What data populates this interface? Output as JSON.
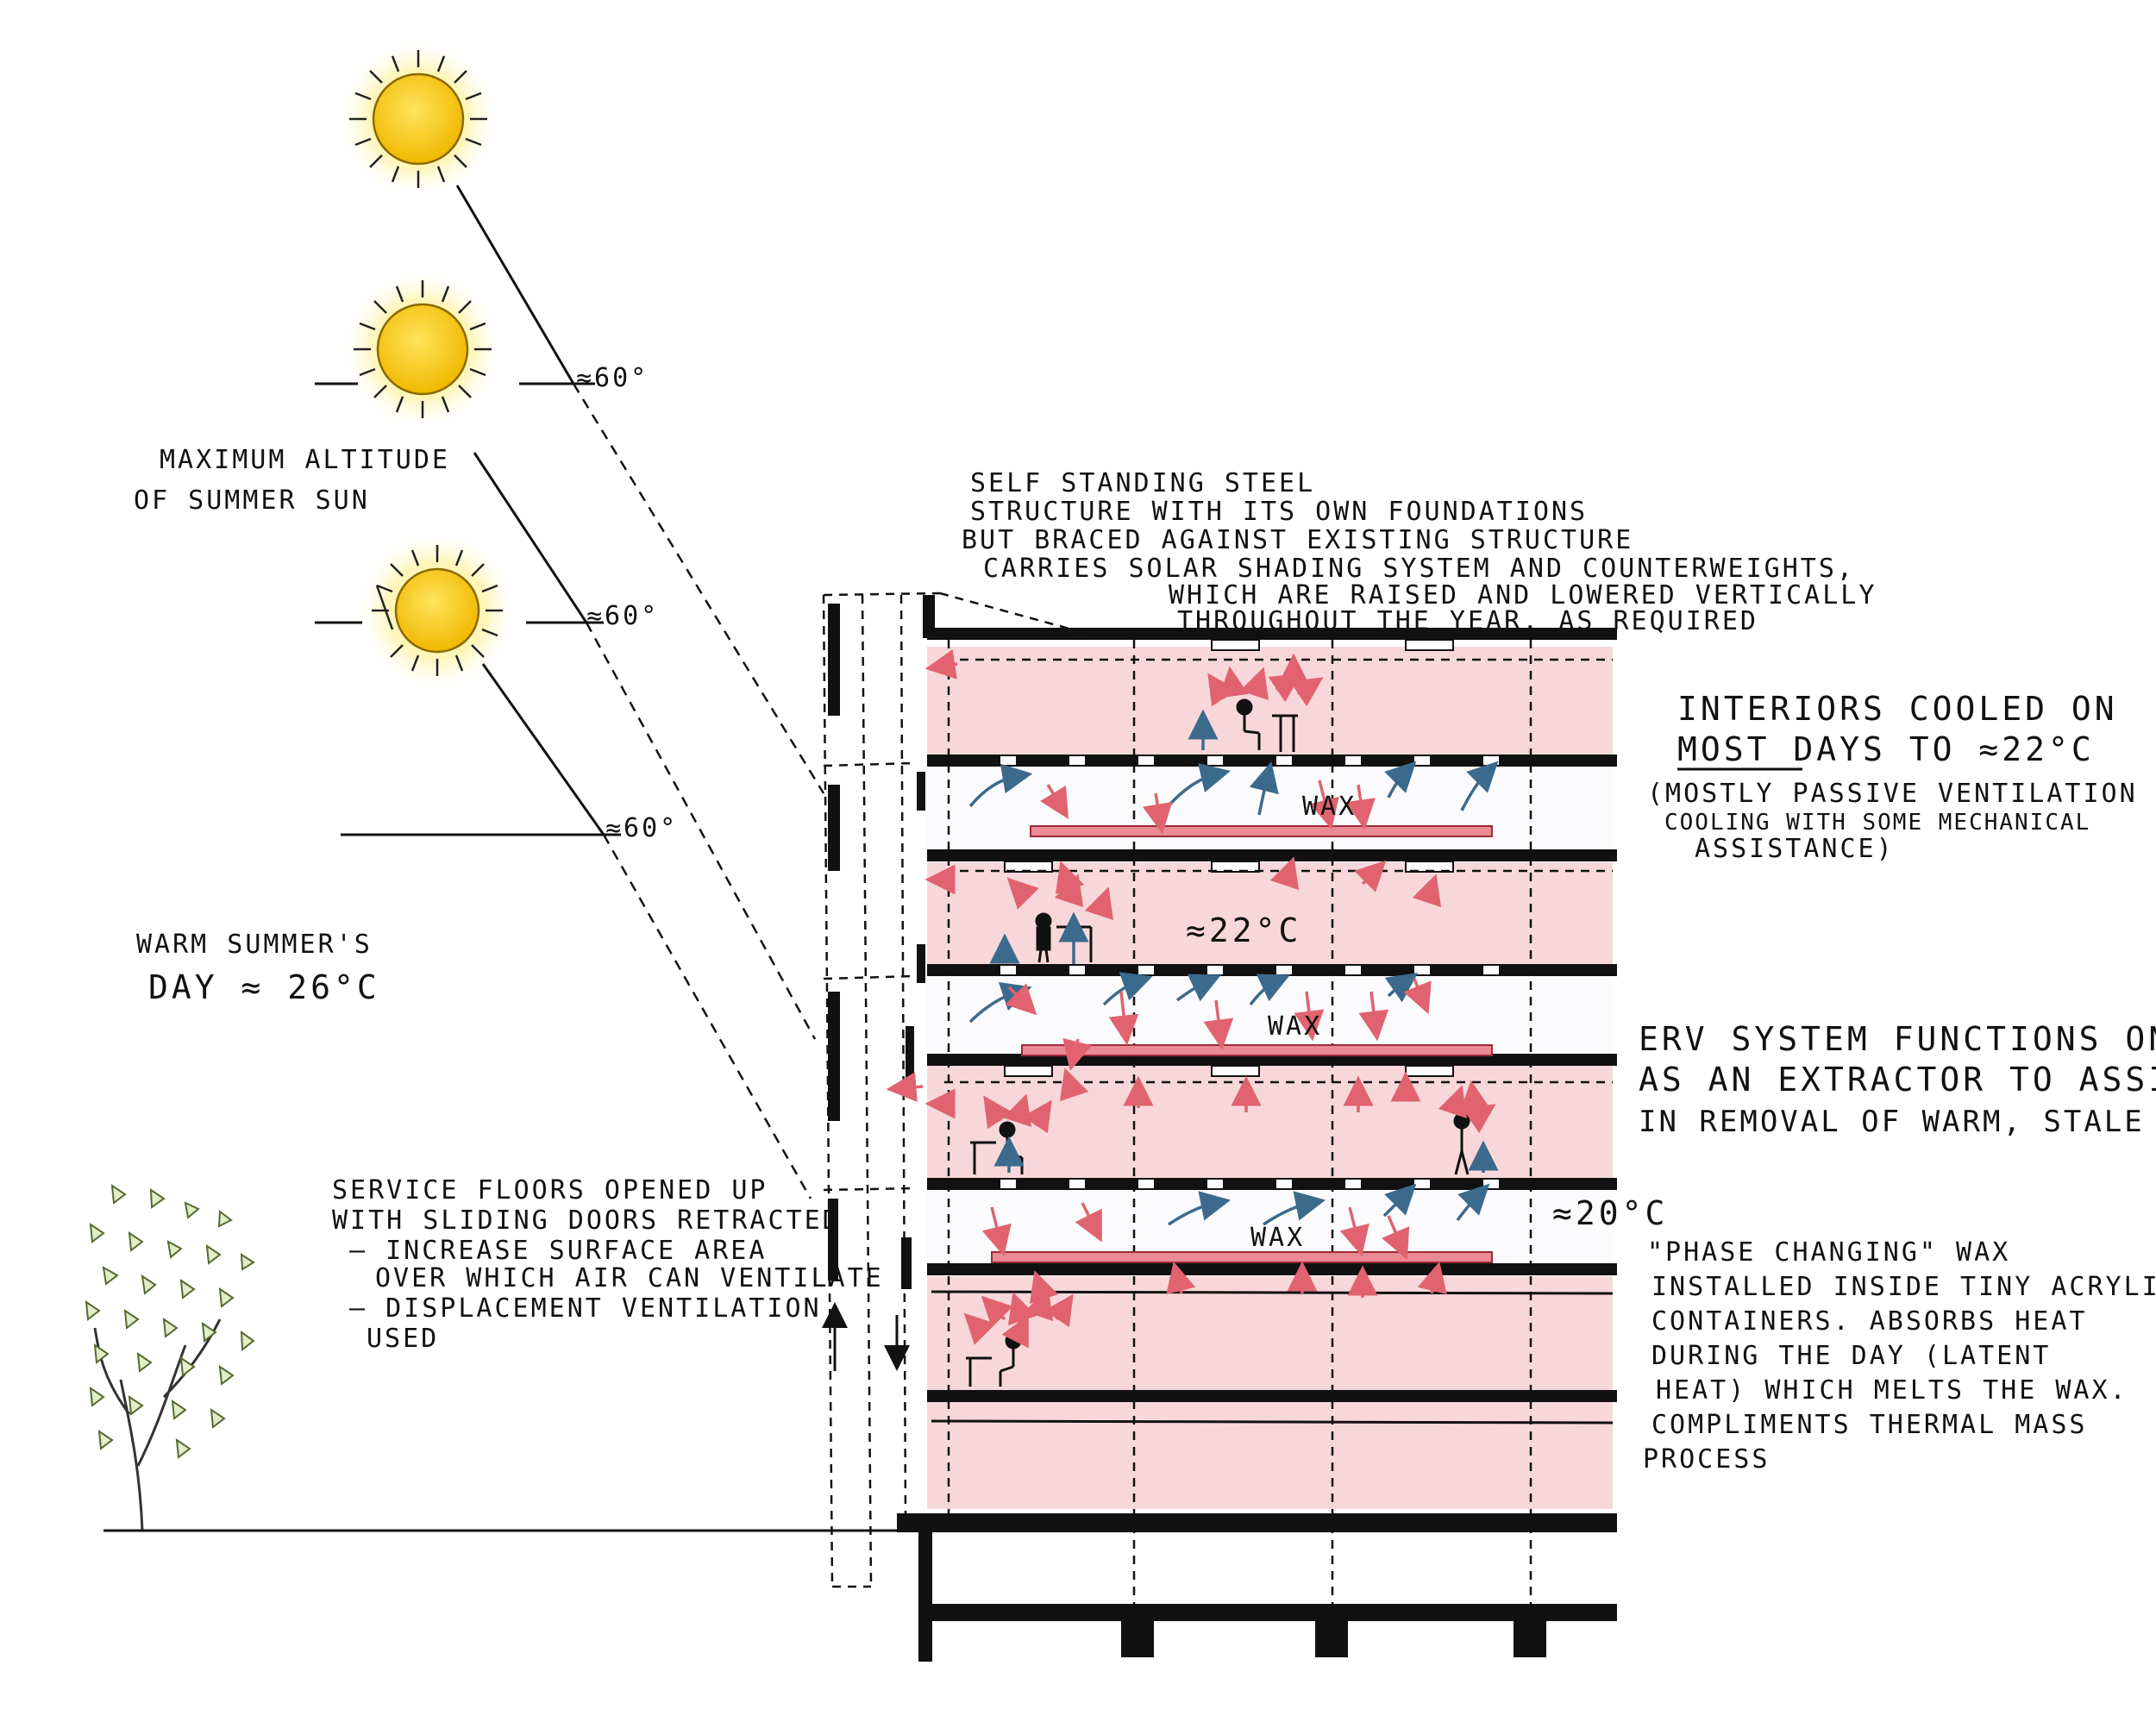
{
  "temperatures": {
    "angle": "≈60°",
    "warm_day_line1": "WARM SUMMER'S",
    "warm_day_line2": "DAY ≈ 26°C",
    "interior_mid": "≈22°C",
    "interior_low": "≈20°C",
    "wax_label": "WAX"
  },
  "notes": {
    "sun_altitude": [
      "MAXIMUM ALTITUDE",
      "OF SUMMER SUN"
    ],
    "steel_structure": [
      "SELF STANDING STEEL",
      "STRUCTURE WITH ITS OWN FOUNDATIONS",
      "BUT BRACED AGAINST EXISTING STRUCTURE",
      "CARRIES SOLAR SHADING SYSTEM AND COUNTERWEIGHTS,",
      "WHICH ARE RAISED AND LOWERED VERTICALLY",
      "THROUGHOUT THE YEAR, AS REQUIRED"
    ],
    "interiors_cooled": [
      "INTERIORS COOLED ON",
      "MOST DAYS TO ≈22°C",
      "(MOSTLY PASSIVE VENTILATION +",
      "COOLING WITH SOME MECHANICAL",
      "ASSISTANCE)"
    ],
    "erv_system": [
      "ERV SYSTEM FUNCTIONS ONLY",
      "AS AN EXTRACTOR TO ASSIST",
      "IN REMOVAL OF WARM, STALE AIR"
    ],
    "service_floors": [
      "SERVICE FLOORS OPENED UP",
      "WITH SLIDING DOORS RETRACTED",
      "– INCREASE SURFACE AREA",
      "OVER WHICH AIR CAN VENTILATE",
      "– DISPLACEMENT VENTILATION",
      "USED"
    ],
    "phase_change_wax": [
      "\"PHASE CHANGING\" WAX",
      "INSTALLED INSIDE TINY ACRYLIC",
      "CONTAINERS. ABSORBS HEAT",
      "DURING THE DAY (LATENT",
      "HEAT) WHICH MELTS THE WAX.",
      "COMPLIMENTS THERMAL MASS",
      "PROCESS"
    ]
  },
  "colors": {
    "sun_core": "#f5c400",
    "sun_halo": "#fff3a8",
    "interior_warm": "#f8d7da",
    "arrow_warm": "#e0636f",
    "arrow_cool": "#3c6a8c",
    "wax": "#e98a95",
    "tree_leaf": "#e3ecc8"
  },
  "icons": [
    "sun-icon",
    "tree-icon",
    "person-icon",
    "up-arrow-icon",
    "down-arrow-icon"
  ]
}
